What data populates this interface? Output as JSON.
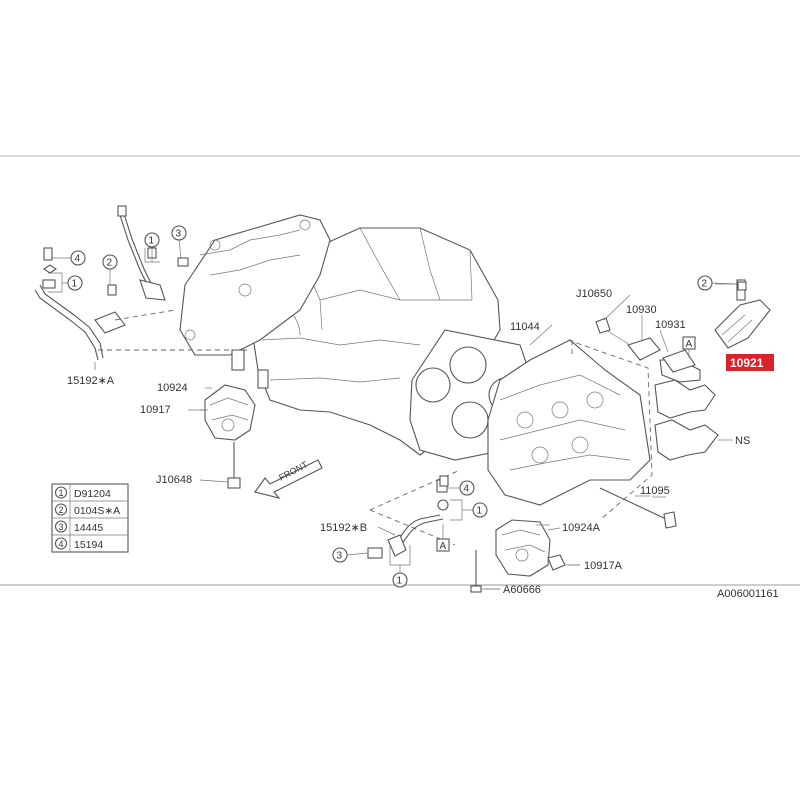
{
  "diagram": {
    "labels": {
      "p15192_a": "15192∗A",
      "p10924": "10924",
      "p10917": "10917",
      "j10648": "J10648",
      "j10650": "J10650",
      "p10930": "10930",
      "p10931": "10931",
      "p11044": "11044",
      "p10921": "10921",
      "ns": "NS",
      "p11095": "11095",
      "p15192_b": "15192∗B",
      "p10924a": "10924A",
      "p10917a": "10917A",
      "a60666": "A60666",
      "front": "FRONT",
      "ref_a": "A",
      "diagram_id": "A006001161"
    },
    "callouts": [
      "1",
      "2",
      "3",
      "4"
    ],
    "legend": [
      {
        "key": "1",
        "part": "D91204"
      },
      {
        "key": "2",
        "part": "0104S∗A"
      },
      {
        "key": "3",
        "part": "14445"
      },
      {
        "key": "4",
        "part": "15194"
      }
    ],
    "highlight_color": "#d9222a"
  }
}
